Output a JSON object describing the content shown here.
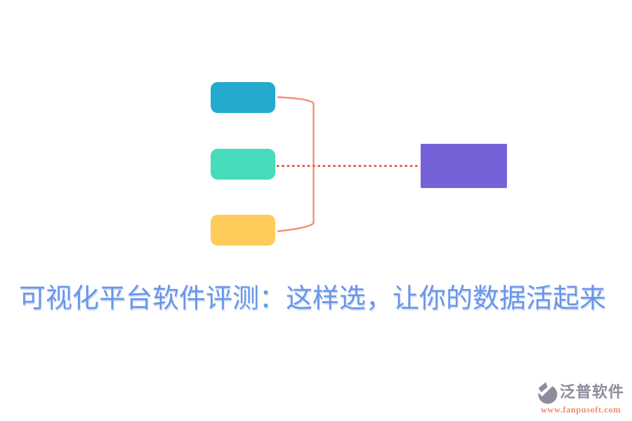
{
  "title": {
    "text": "可视化平台软件评测：这样选，让你的数据活起来",
    "color": "#6B96E8"
  },
  "diagram": {
    "type": "flow",
    "description": "three source boxes bracketed to one target box",
    "source_boxes": [
      {
        "name": "source-top",
        "color": "#23AACE"
      },
      {
        "name": "source-middle",
        "color": "#47DCBB"
      },
      {
        "name": "source-bottom",
        "color": "#FFCB5B"
      }
    ],
    "target_box": {
      "name": "target",
      "color": "#7562D8"
    },
    "connector": {
      "style": "bracket-curve",
      "color": "#F0917E"
    },
    "dotted_link": {
      "style": "dashed",
      "color": "#E2674E"
    }
  },
  "brand": {
    "name": "泛普软件",
    "name_color": "#8C8C9C",
    "url": "www.fanpusoft.com",
    "url_color": "#EE8D72",
    "icon_color": "#8C8C9C"
  }
}
